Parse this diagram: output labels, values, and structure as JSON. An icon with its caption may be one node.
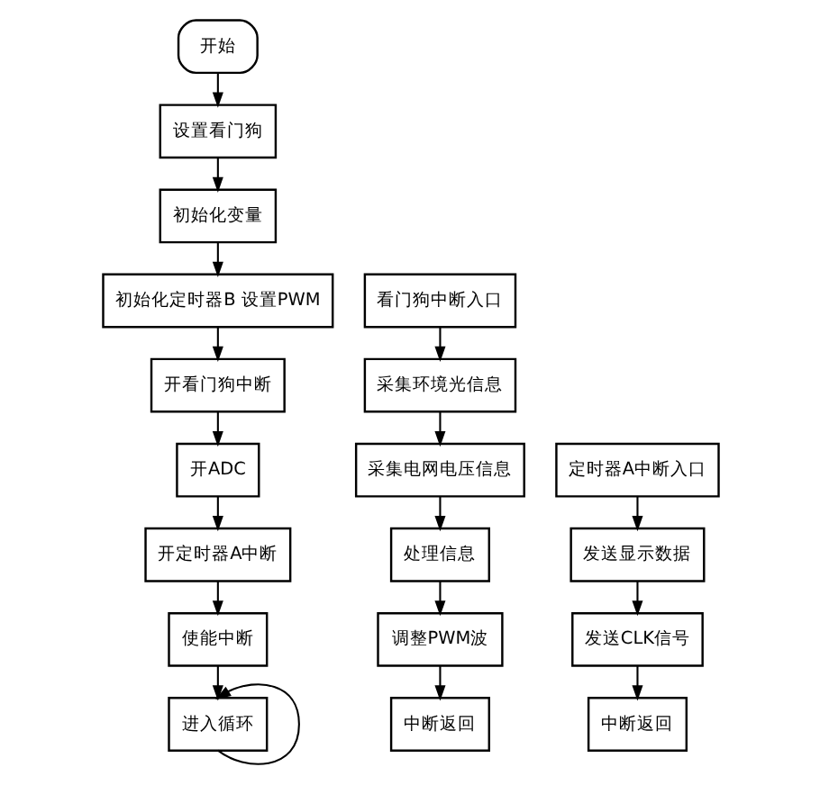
{
  "diagram": {
    "nodes": [
      {
        "text": [
          "开始"
        ]
      },
      {
        "text": [
          "设置看门狗"
        ]
      },
      {
        "text": [
          "初始化变量"
        ]
      },
      {
        "text": [
          "初始化定时器B 设置PWM"
        ]
      },
      {
        "text": [
          "开看门狗中断"
        ]
      },
      {
        "text": [
          "开ADC"
        ]
      },
      {
        "text": [
          "开定时器A中断"
        ]
      },
      {
        "text": [
          "使能中断"
        ]
      },
      {
        "text": [
          "进入循环"
        ]
      },
      {
        "text": [
          "看门狗中断入口"
        ]
      },
      {
        "text": [
          "采集环境光信息"
        ]
      },
      {
        "text": [
          "采集电网电压信息"
        ]
      },
      {
        "text": [
          "处理信息"
        ]
      },
      {
        "text": [
          "调整PWM波"
        ]
      },
      {
        "text": [
          "中断返回"
        ]
      },
      {
        "text": [
          "定时器A中断入口"
        ]
      },
      {
        "text": [
          "发送显示数据"
        ]
      },
      {
        "text": [
          "发送CLK信号"
        ]
      },
      {
        "text": [
          "中断返回"
        ]
      }
    ],
    "edges": [
      {
        "from": 0,
        "to": 1,
        "arrow": "to"
      },
      {
        "from": 1,
        "to": 2,
        "arrow": "to"
      },
      {
        "from": 2,
        "to": 3,
        "arrow": "to"
      },
      {
        "from": 3,
        "to": 4,
        "arrow": "to"
      },
      {
        "from": 4,
        "to": 5,
        "arrow": "to"
      },
      {
        "from": 5,
        "to": 6,
        "arrow": "to"
      },
      {
        "from": 6,
        "to": 7,
        "arrow": "to"
      },
      {
        "from": 7,
        "to": 8,
        "arrow": "to"
      },
      {
        "from": 8,
        "to": 8,
        "arrow": "to"
      },
      {
        "from": 9,
        "to": 10,
        "arrow": "to"
      },
      {
        "from": 10,
        "to": 11,
        "arrow": "to"
      },
      {
        "from": 11,
        "to": 12,
        "arrow": "to"
      },
      {
        "from": 12,
        "to": 13,
        "arrow": "to"
      },
      {
        "from": 13,
        "to": 14,
        "arrow": "to"
      },
      {
        "from": 15,
        "to": 16,
        "arrow": "to"
      },
      {
        "from": 16,
        "to": 17,
        "arrow": "to"
      },
      {
        "from": 17,
        "to": 18,
        "arrow": "to"
      }
    ]
  }
}
